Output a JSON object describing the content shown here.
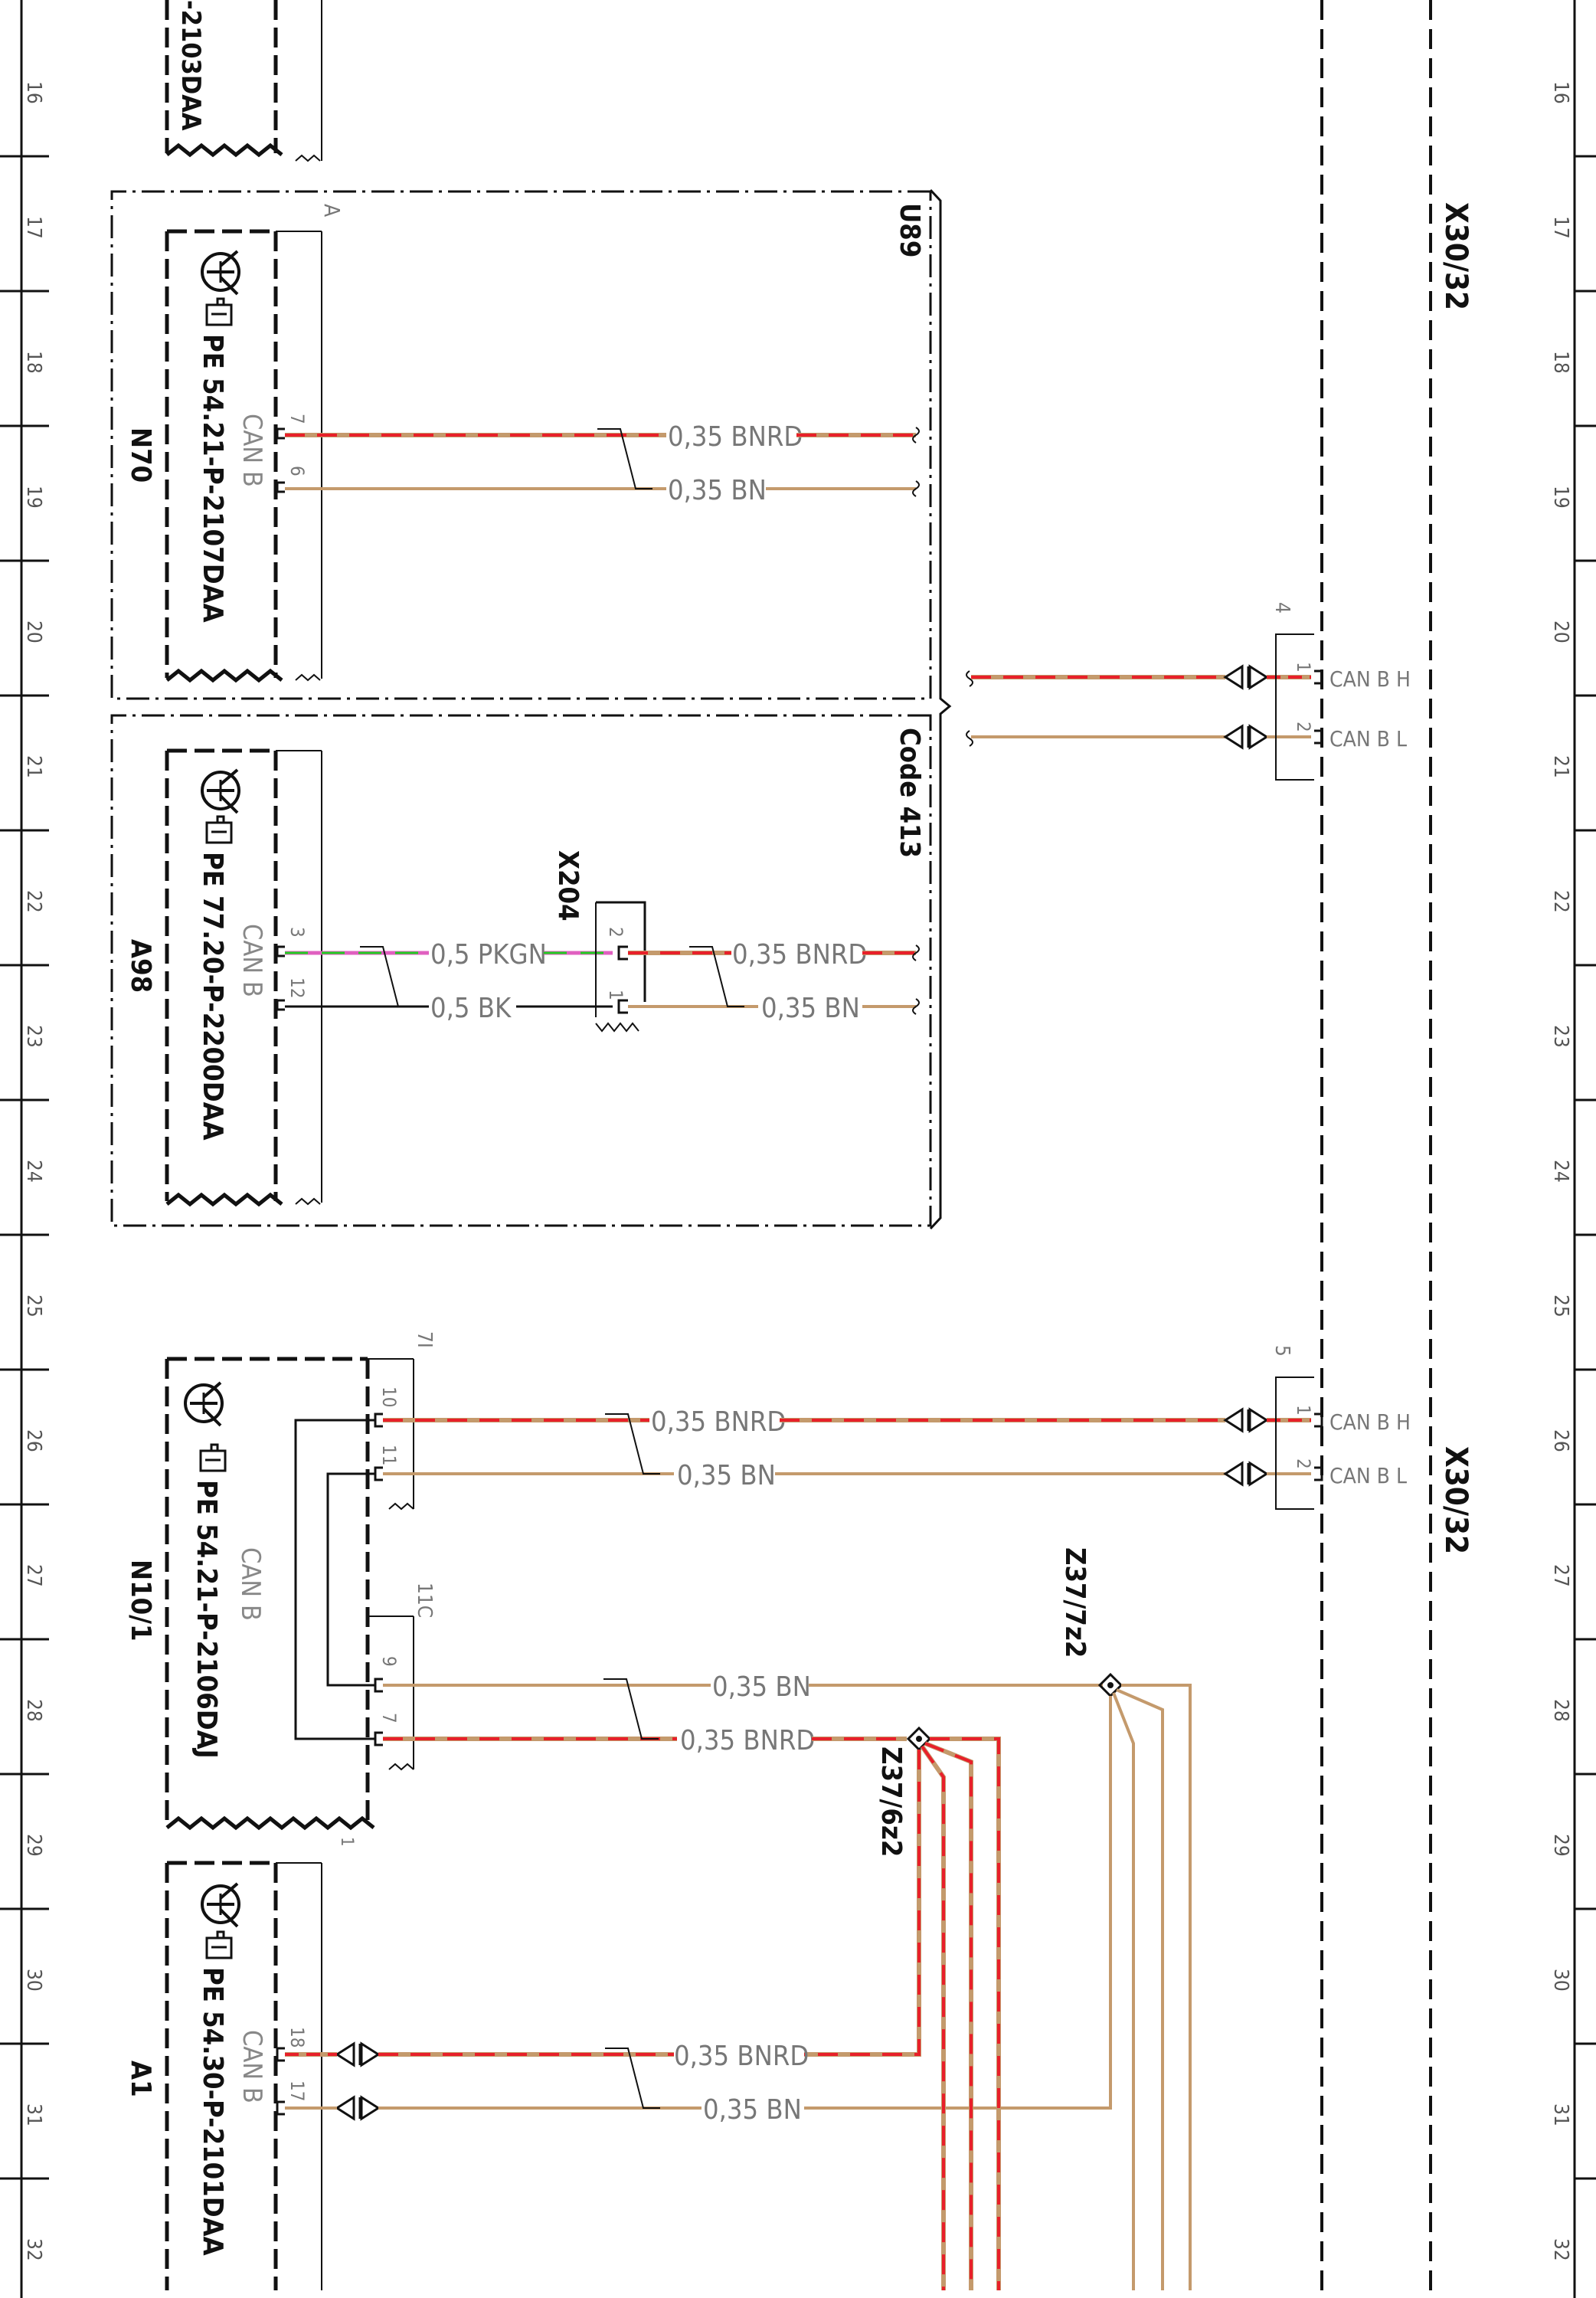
{
  "rulers": {
    "numbers": [
      "16",
      "17",
      "18",
      "19",
      "20",
      "21",
      "22",
      "23",
      "24",
      "25",
      "26",
      "27",
      "28",
      "29",
      "30",
      "31",
      "32"
    ]
  },
  "modules": {
    "top_ref": "-2103DAA",
    "n70": {
      "name": "N70",
      "ref": "PE 54.21-P-2107DAA",
      "bus": "CAN B",
      "pin_a": "7",
      "pin_b": "6",
      "connector": "A"
    },
    "a98": {
      "name": "A98",
      "ref": "PE 77.20-P-2200DAA",
      "bus": "CAN B",
      "pin_a": "3",
      "pin_b": "12"
    },
    "n10": {
      "name": "N10/1",
      "ref": "PE 54.21-P-2106DAJ",
      "bus": "CAN B",
      "conn_top": "7I",
      "conn_bottom": "11C",
      "pin_a": "10",
      "pin_b": "11",
      "pin_c": "9",
      "pin_d": "7",
      "conn_a1": "1"
    },
    "a1": {
      "name": "A1",
      "ref": "PE 54.30-P-2101DAA",
      "bus": "CAN B",
      "pin_a": "18",
      "pin_b": "17"
    }
  },
  "groups": {
    "u89": "U89",
    "code": "Code 413"
  },
  "connectors": {
    "x204": {
      "name": "X204",
      "pin_a": "2",
      "pin_b": "1"
    },
    "x30_upper": {
      "name": "X30/32",
      "id": "4",
      "pin_h": "1",
      "pin_l": "2",
      "label_h": "CAN B H",
      "label_l": "CAN B L"
    },
    "x30_lower": {
      "name": "X30/32",
      "id": "5",
      "pin_h": "1",
      "pin_l": "2",
      "label_h": "CAN B H",
      "label_l": "CAN B L"
    }
  },
  "splices": {
    "z37_7z2": "Z37/7z2",
    "z37_6z2": "Z37/6z2"
  },
  "wires": {
    "n70_h": "0,35 BNRD",
    "n70_l": "0,35 BN",
    "a98_h": "0,5 PKGN",
    "a98_l": "0,5 BK",
    "x204_h": "0,35 BNRD",
    "x204_l": "0,35 BN",
    "n10_h": "0,35 BNRD",
    "n10_l": "0,35 BN",
    "n10_c": "0,35 BN",
    "n10_d": "0,35 BNRD",
    "a1_h": "0,35 BNRD",
    "a1_l": "0,35 BN"
  },
  "colors": {
    "brown": "#c49a6c",
    "red": "#e8202a",
    "green": "#22cc22",
    "pink": "#e060c0",
    "black": "#111111",
    "gray": "#777777"
  }
}
